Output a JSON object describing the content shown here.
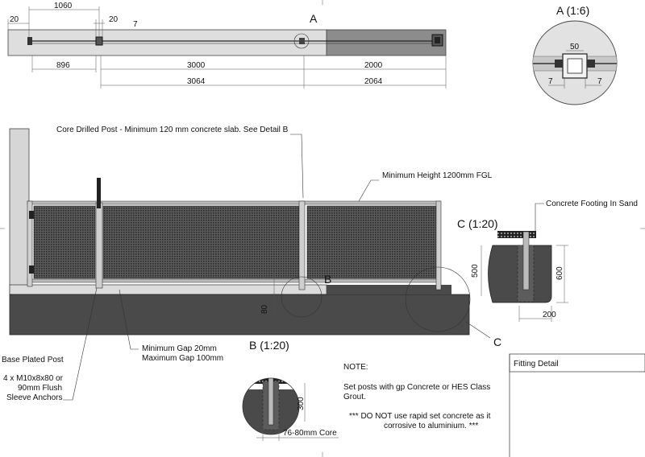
{
  "plan": {
    "dims": {
      "d1060": "1060",
      "d20a": "20",
      "d20b": "20",
      "d7": "7",
      "d896": "896",
      "d3000": "3000",
      "d2000": "2000",
      "d3064": "3064",
      "d2064": "2064"
    },
    "detail_marker": "A"
  },
  "detail_a": {
    "title": "A (1:6)",
    "d50": "50",
    "d7l": "7",
    "d7r": "7"
  },
  "elevation": {
    "core_drilled_note": "Core Drilled Post - Minimum 120 mm concrete slab. See Detail B",
    "min_height_note": "Minimum Height 1200mm  FGL",
    "marker_b": "B",
    "marker_c": "C",
    "d80": "80",
    "gap_min": "Minimum Gap 20mm",
    "gap_max": "Maximum Gap 100mm"
  },
  "base_plate": {
    "line1": "Base Plated Post",
    "line2": "4 x M10x8x80 or",
    "line3": "90mm Flush",
    "line4": "Sleeve Anchors"
  },
  "detail_b": {
    "title": "B (1:20)",
    "d300": "300",
    "core": "76-80mm Core"
  },
  "detail_c": {
    "title": "C (1:20)",
    "footing": "Concrete Footing In Sand",
    "d500": "500",
    "d600": "600",
    "d200": "200"
  },
  "notes": {
    "heading": "NOTE:",
    "line1": "Set posts with gp Concrete or HES Class",
    "line2": "Grout.",
    "line3": "***    DO NOT use rapid set concrete as it",
    "line4": "corrosive to aluminium.  ***"
  },
  "title_block": {
    "label": "Fitting Detail"
  },
  "colors": {
    "concrete_dark": "#4a4a4a",
    "slab_light": "#dcdcdc",
    "wall": "#d6d6d6",
    "mesh": "#3c3c3c",
    "plan_grey": "#8c8c8c"
  }
}
